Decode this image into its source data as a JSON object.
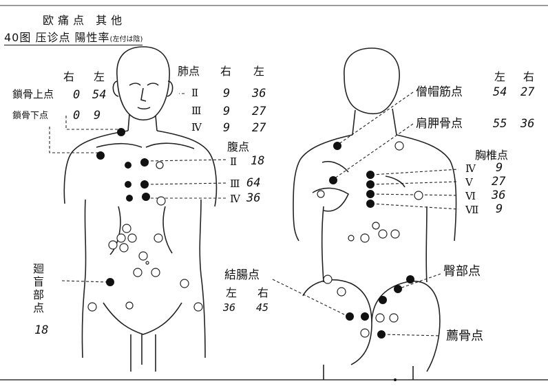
{
  "title": "欧痛点 其他",
  "subtitle": "40图 压诊点 陽性率",
  "subtitle_note": "(左付は陰)",
  "front": {
    "col_right": "右",
    "col_left": "左",
    "clavicle_upper": {
      "label": "鎖骨上点",
      "right": "0",
      "left": "54"
    },
    "clavicle_lower": {
      "label": "鎖骨下点",
      "right": "0",
      "left": "9"
    },
    "lung": {
      "label": "肺点",
      "col_right": "右",
      "col_left": "左",
      "rows": [
        {
          "roman": "Ⅱ",
          "right": "9",
          "left": "36"
        },
        {
          "roman": "Ⅲ",
          "right": "9",
          "left": "27"
        },
        {
          "roman": "Ⅳ",
          "right": "9",
          "left": "27"
        }
      ]
    },
    "abdomen": {
      "label": "腹点",
      "rows": [
        {
          "roman": "Ⅱ",
          "value": "18"
        },
        {
          "roman": "Ⅲ",
          "value": "64"
        },
        {
          "roman": "Ⅳ",
          "value": "36"
        }
      ]
    },
    "cecum": {
      "label": "廻盲部点",
      "value": "18"
    }
  },
  "back": {
    "col_left": "左",
    "col_right": "右",
    "trapezius": {
      "label": "僧帽筋点",
      "left": "54",
      "right": "27"
    },
    "scapula": {
      "label": "肩胛骨点",
      "left": "55",
      "right": "36"
    },
    "thoracic": {
      "label": "胸椎点",
      "rows": [
        {
          "roman": "Ⅳ",
          "value": "9"
        },
        {
          "roman": "Ⅴ",
          "value": "27"
        },
        {
          "roman": "Ⅵ",
          "value": "36"
        },
        {
          "roman": "Ⅶ",
          "value": "9"
        }
      ]
    },
    "colon": {
      "label": "結腸点",
      "col_left": "左",
      "col_right": "右",
      "left": "36",
      "right": "45"
    },
    "gluteal": {
      "label": "臀部点"
    },
    "sacral": {
      "label": "薦骨点"
    }
  },
  "colors": {
    "ink": "#111111",
    "background": "#ffffff"
  }
}
